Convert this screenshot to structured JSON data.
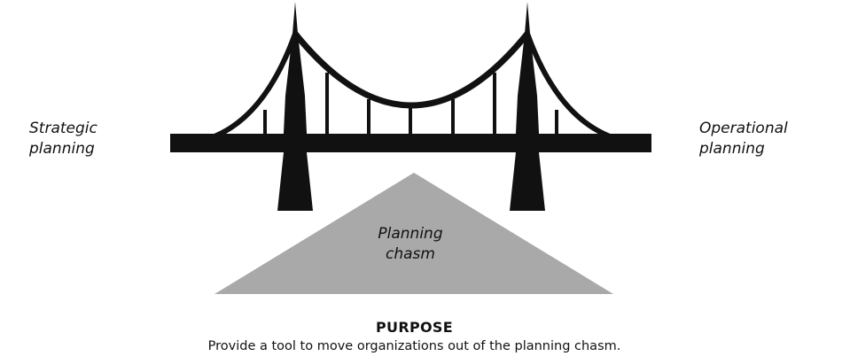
{
  "diagram": {
    "left_label": [
      "Strategic",
      "planning"
    ],
    "right_label": [
      "Operational",
      "planning"
    ],
    "chasm_label": [
      "Planning",
      "chasm"
    ],
    "purpose_title": "PURPOSE",
    "purpose_text": "Provide a tool to move organizations out of the planning chasm."
  },
  "colors": {
    "bridge": "#111111",
    "chasm": "#a9a9a9",
    "background": "#ffffff"
  }
}
